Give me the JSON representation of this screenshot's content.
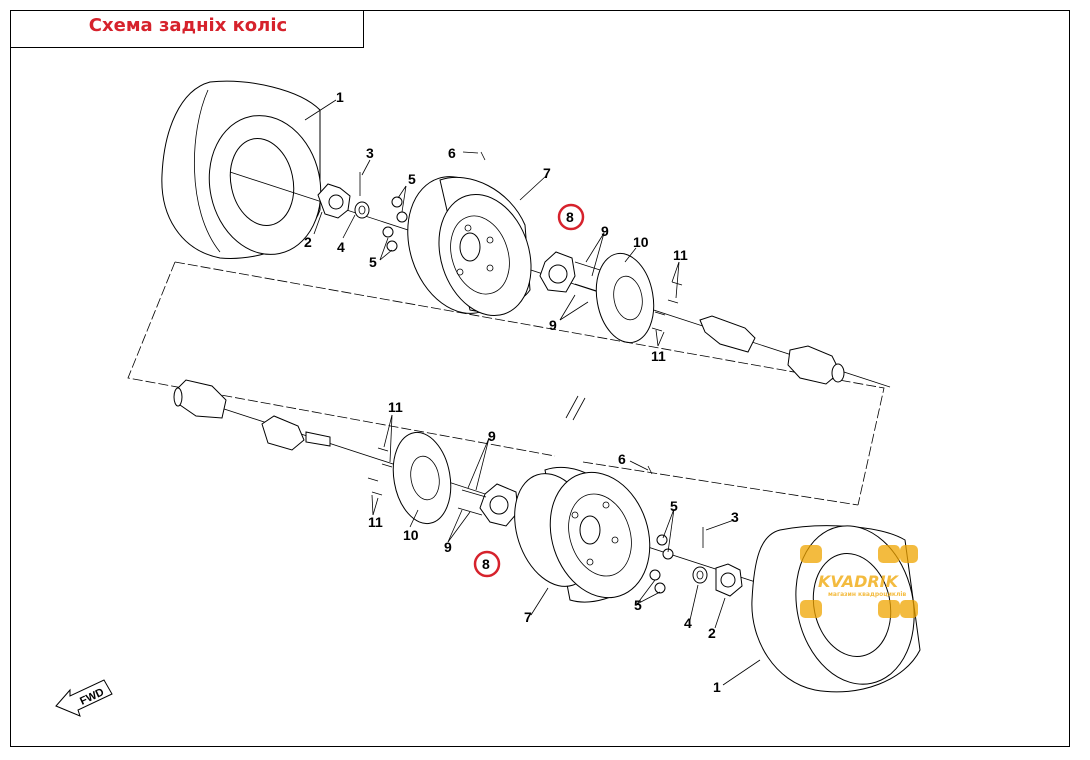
{
  "title": "Схема задніх коліс",
  "colors": {
    "title": "#d6222c",
    "highlight": "#d6222c",
    "watermark": "#f0a500"
  },
  "callouts": {
    "top": {
      "tire": "1",
      "hub_cap": "2",
      "pin": "3",
      "nut_center": "4",
      "lug_nut_a": "5",
      "lug_nut_b": "5",
      "valve": "6",
      "rim": "7",
      "hub": "8",
      "bolt_a": "9",
      "bolt_b": "9",
      "disc": "10",
      "screw_a": "11",
      "screw_b": "11"
    },
    "bottom": {
      "tire": "1",
      "hub_cap": "2",
      "pin": "3",
      "nut_center": "4",
      "lug_nut_a": "5",
      "lug_nut_b": "5",
      "valve": "6",
      "rim": "7",
      "hub": "8",
      "bolt_a": "9",
      "bolt_b": "9",
      "disc": "10",
      "screw_a": "11",
      "screw_b": "11"
    }
  },
  "fwd_arrow": "FWD",
  "watermark": {
    "brand": "KVADRIK",
    "tagline": "магазин квадроциклів"
  }
}
